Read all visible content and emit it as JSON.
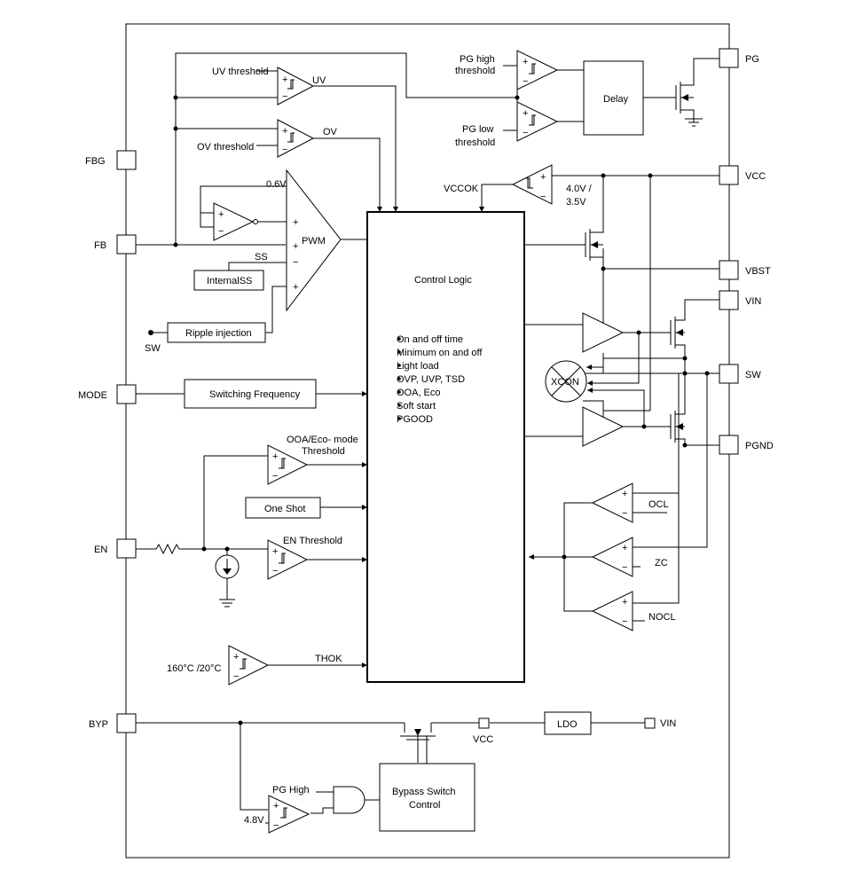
{
  "pins": {
    "fbg": "FBG",
    "fb": "FB",
    "sw_left": "SW",
    "mode": "MODE",
    "en": "EN",
    "byp": "BYP",
    "pg": "PG",
    "vcc": "VCC",
    "vbst": "VBST",
    "vin": "VIN",
    "sw": "SW",
    "pgnd": "PGND"
  },
  "labels": {
    "uv_threshold": "UV threshold",
    "uv": "UV",
    "ov_threshold": "OV threshold",
    "ov": "OV",
    "v06": "0.6V",
    "pwm": "PWM",
    "ss": "SS",
    "internal_ss": "InternalSS",
    "ripple_injection": "Ripple injection",
    "switching_frequency": "Switching Frequency",
    "ooa_line1": "OOA/Eco- mode",
    "ooa_line2": "Threshold",
    "one_shot": "One Shot",
    "en_threshold": "EN Threshold",
    "temp": "160°C /20°C",
    "thok": "THOK",
    "pg_high_line1": "PG high",
    "pg_high_line2": "threshold",
    "pg_low_line1": "PG low",
    "pg_low_line2": "threshold",
    "delay": "Delay",
    "vccok": "VCCOK",
    "uvlo_line1": "4.0V /",
    "uvlo_line2": "3.5V",
    "control_logic": "Control Logic",
    "xcon": "XCON",
    "ocl": "OCL",
    "zc": "ZC",
    "nocl": "NOCL",
    "vcc_node": "VCC",
    "ldo": "LDO",
    "vin_node": "VIN",
    "pg_high_and": "PG High",
    "v48": "4.8V",
    "bypass_line1": "Bypass Switch",
    "bypass_line2": "Control"
  },
  "control_logic_features": [
    "On and off time",
    "Minimum on and off",
    "Light load",
    "OVP, UVP, TSD",
    "OOA, Eco",
    "Soft start",
    "PGOOD"
  ],
  "op_signs": {
    "plus": "+",
    "minus": "−"
  }
}
